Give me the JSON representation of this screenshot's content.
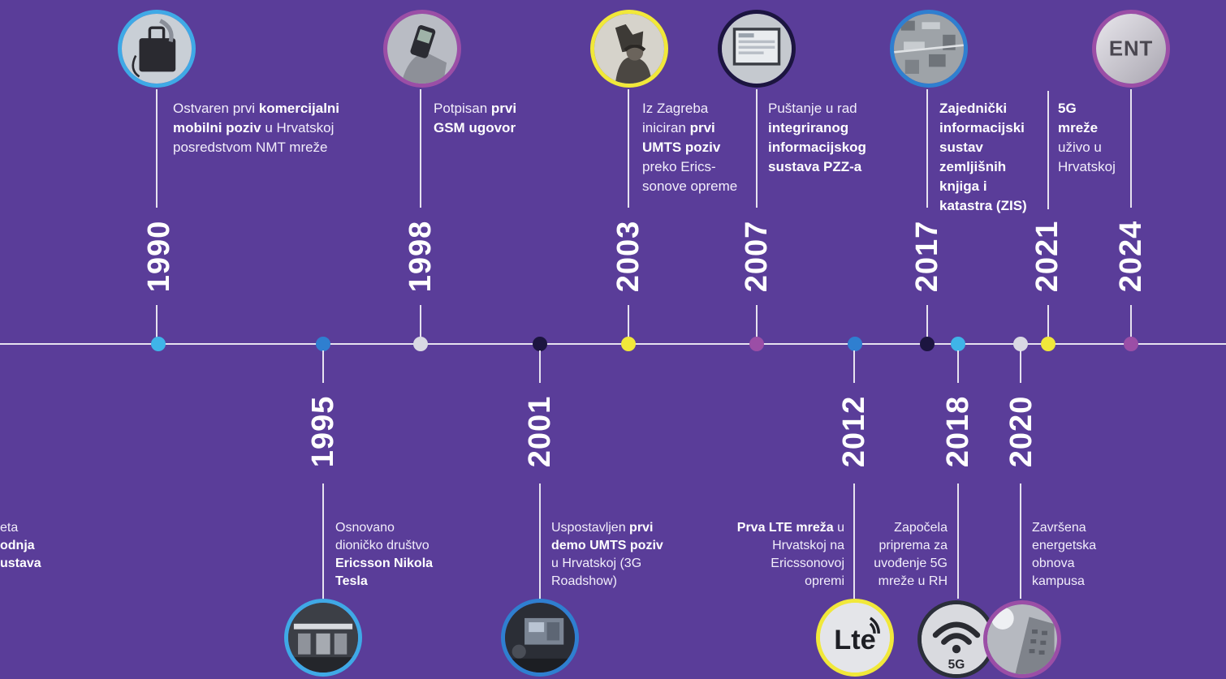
{
  "events": {
    "e1990": {
      "year": "1990",
      "parts": [
        {
          "text": "Ostvaren prvi ",
          "bold": false
        },
        {
          "text": "komercijalni",
          "bold": true
        },
        {
          "text": "\n",
          "bold": false
        },
        {
          "text": "mobilni poziv",
          "bold": true
        },
        {
          "text": " u Hrvatskoj\nposredstvom NMT mreže",
          "bold": false
        }
      ],
      "dot_color": "#3fb4e8",
      "photo_icon": "suitcase-phone-icon"
    },
    "e1995": {
      "year": "1995",
      "parts": [
        {
          "text": "Osnovano\ndioničko društvo\n",
          "bold": false
        },
        {
          "text": "Ericsson Nikola\nTesla",
          "bold": true
        }
      ],
      "dot_color": "#2f7fd0",
      "photo_icon": "office-interior-icon"
    },
    "e1998": {
      "year": "1998",
      "parts": [
        {
          "text": "Potpisan ",
          "bold": false
        },
        {
          "text": "prvi\nGSM ugovor",
          "bold": true
        }
      ],
      "dot_color": "#d9d9e3",
      "photo_icon": "mobile-phone-icon"
    },
    "e2001": {
      "year": "2001",
      "parts": [
        {
          "text": "Uspostavljen ",
          "bold": false
        },
        {
          "text": "prvi\ndemo UMTS poziv",
          "bold": true
        },
        {
          "text": "\nu Hrvatskoj (3G\nRoadshow)",
          "bold": false
        }
      ],
      "dot_color": "#1c1540",
      "photo_icon": "presentation-screen-icon"
    },
    "e2003": {
      "year": "2003",
      "parts": [
        {
          "text": "Iz Zagreba\niniciran ",
          "bold": false
        },
        {
          "text": "prvi\nUMTS poziv",
          "bold": true
        },
        {
          "text": "\npreko Erics-\nsonove opreme",
          "bold": false
        }
      ],
      "dot_color": "#f1e83a",
      "photo_icon": "zagreb-statue-icon"
    },
    "e2007": {
      "year": "2007",
      "parts": [
        {
          "text": "Puštanje u rad\n",
          "bold": false
        },
        {
          "text": "integriranog\ninformacijskog\nsustava PZZ-a",
          "bold": true
        }
      ],
      "dot_color": "#9b4ea6",
      "photo_icon": "computer-monitor-icon"
    },
    "e2012": {
      "year": "2012",
      "parts": [
        {
          "text": "Prva LTE mreža",
          "bold": true
        },
        {
          "text": " u\nHrvatskoj na\nEricssonovoj\nopremi",
          "bold": false
        }
      ],
      "dot_color": "#2f7fd0",
      "photo_icon": "lte-icon",
      "photo_label": "Lte"
    },
    "e2017": {
      "year": "2017",
      "parts": [
        {
          "text": "Zajednički\ninformacijski\nsustav\nzemljišnih\nknjiga i\nkatastra (ZIS)",
          "bold": true
        }
      ],
      "dot_color": "#1c1540",
      "photo_icon": "aerial-map-icon"
    },
    "e2018": {
      "year": "2018",
      "parts": [
        {
          "text": "Započela\npriprema za\nuvođenje 5G\nmreže u RH",
          "bold": false
        }
      ],
      "dot_color": "#3fb4e8",
      "photo_icon": "5g-wifi-icon",
      "photo_label": "5G"
    },
    "e2020": {
      "year": "2020",
      "parts": [
        {
          "text": "Završena\nenergetska\nobnova\nkampusa",
          "bold": false
        }
      ],
      "dot_color": "#d9d9e3",
      "photo_icon": "building-icon"
    },
    "e2021": {
      "year": "2021",
      "parts": [
        {
          "text": "5G\nmreže",
          "bold": true
        },
        {
          "text": "\nuživo u\nHrvatskoj",
          "bold": false
        }
      ],
      "dot_color": "#f1e83a"
    },
    "e2024": {
      "year": "2024",
      "dot_color": "#9b4ea6",
      "photo_icon": "ent-logo-icon",
      "photo_label": "ENT"
    },
    "cut_left": {
      "parts": [
        {
          "text": "eta\n",
          "bold": false
        },
        {
          "text": "odnja\nustava",
          "bold": true
        }
      ]
    }
  }
}
